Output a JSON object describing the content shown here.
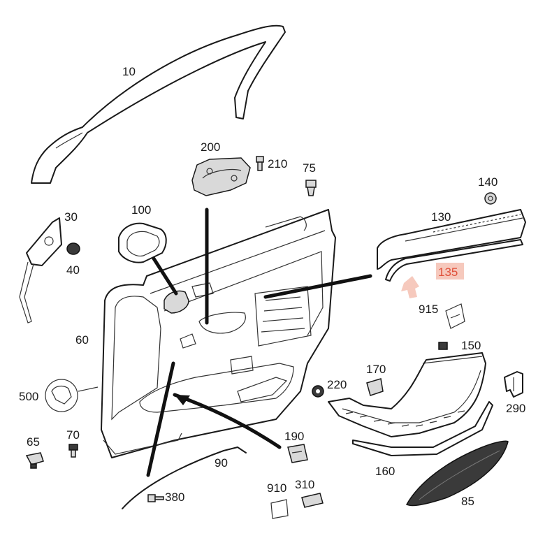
{
  "diagram": {
    "highlight_color": "#f6c9bd",
    "highlight_text_color": "#e0503a",
    "labels": {
      "p10": "10",
      "p200": "200",
      "p210": "210",
      "p75": "75",
      "p140": "140",
      "p30": "30",
      "p100": "100",
      "p130": "130",
      "p40": "40",
      "p135": "135",
      "p915": "915",
      "p60": "60",
      "p150": "150",
      "p170": "170",
      "p220": "220",
      "p500": "500",
      "p290": "290",
      "p65": "65",
      "p70": "70",
      "p190": "190",
      "p90": "90",
      "p160": "160",
      "p910": "910",
      "p310": "310",
      "p380": "380",
      "p85": "85"
    }
  }
}
